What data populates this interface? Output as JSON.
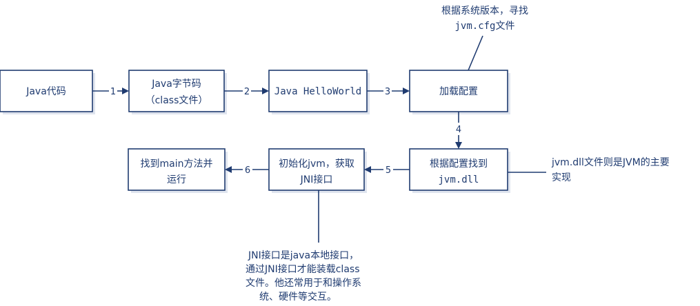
{
  "nodes": {
    "java_code": {
      "line1": "Java代码"
    },
    "bytecode": {
      "line1": "Java字节码",
      "line2": "（class文件）"
    },
    "hello_world": {
      "line1": "Java HelloWorld"
    },
    "load_config": {
      "line1": "加载配置"
    },
    "find_jvm": {
      "line1": "根据配置找到",
      "line2": "jvm.dll"
    },
    "init_jvm": {
      "line1": "初始化jvm，获取",
      "line2": "JNI接口"
    },
    "find_main": {
      "line1": "找到main方法并",
      "line2": "运行"
    }
  },
  "edges": {
    "e1": "1",
    "e2": "2",
    "e3": "3",
    "e4": "4",
    "e5": "5",
    "e6": "6"
  },
  "notes": {
    "top": {
      "line1": "根据系统版本，寻找",
      "line2": "jvm.cfg文件"
    },
    "right": {
      "line1": "jvm.dll文件则是JVM的主要",
      "line2": "实现"
    },
    "bottom": {
      "line1": "JNI接口是java本地接口，",
      "line2": "通过JNI接口才能装载class",
      "line3": "文件。他还常用于和操作系",
      "line4": "统、硬件等交互。"
    }
  },
  "colors": {
    "stroke": "#1f3b70",
    "shadow": "#dfe4ee",
    "background": "#ffffff"
  }
}
